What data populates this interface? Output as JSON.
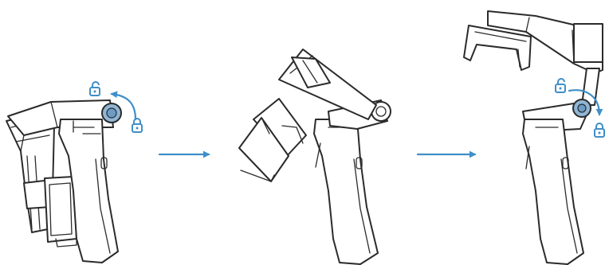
{
  "colors": {
    "accent": "#3f8fc8",
    "outline": "#2b2b2b",
    "background": "#ffffff"
  },
  "steps": [
    {
      "id": "step-1",
      "state": "folded",
      "lock_icons": [
        "unlock-icon",
        "lock-icon"
      ]
    },
    {
      "id": "step-2",
      "state": "unfolding",
      "lock_icons": []
    },
    {
      "id": "step-3",
      "state": "unfolded",
      "lock_icons": [
        "unlock-icon",
        "lock-icon"
      ]
    }
  ],
  "transitions": [
    "arrow-right-icon",
    "arrow-right-icon"
  ]
}
